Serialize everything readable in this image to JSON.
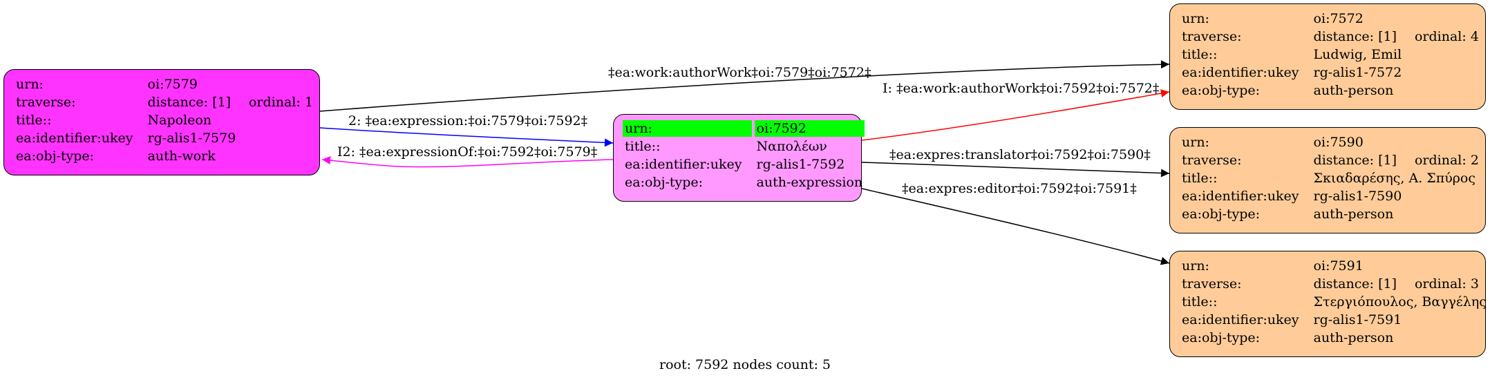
{
  "colors": {
    "work_node": "#ff33ff",
    "expression_node": "#ff99ff",
    "person_node": "#ffcc99",
    "highlight": "#00ff00",
    "edge_default": "#000000",
    "edge_expression": "#0000ff",
    "edge_expression_of": "#ff00ff",
    "edge_root_author": "#ff0000"
  },
  "nodes": {
    "work": {
      "rows": [
        {
          "key": "urn:",
          "value": "oi:7579"
        },
        {
          "key": "traverse:",
          "value": "distance: [1]",
          "extra": "ordinal: 1"
        },
        {
          "key": "title::",
          "value": "Napoleon"
        },
        {
          "key": "ea:identifier:ukey",
          "value": "rg-alis1-7579"
        },
        {
          "key": "ea:obj-type:",
          "value": "auth-work"
        }
      ]
    },
    "expression": {
      "rows": [
        {
          "key": "urn:",
          "value": "oi:7592"
        },
        {
          "key": "title::",
          "value": "Ναπολέων"
        },
        {
          "key": "ea:identifier:ukey",
          "value": "rg-alis1-7592"
        },
        {
          "key": "ea:obj-type:",
          "value": "auth-expression"
        }
      ]
    },
    "person_7572": {
      "rows": [
        {
          "key": "urn:",
          "value": "oi:7572"
        },
        {
          "key": "traverse:",
          "value": "distance: [1]",
          "extra": "ordinal: 4"
        },
        {
          "key": "title::",
          "value": "Ludwig, Emil"
        },
        {
          "key": "ea:identifier:ukey",
          "value": "rg-alis1-7572"
        },
        {
          "key": "ea:obj-type:",
          "value": "auth-person"
        }
      ]
    },
    "person_7590": {
      "rows": [
        {
          "key": "urn:",
          "value": "oi:7590"
        },
        {
          "key": "traverse:",
          "value": "distance: [1]",
          "extra": "ordinal: 2"
        },
        {
          "key": "title::",
          "value": "Σκιαδαρέσης, Α. Σπύρος"
        },
        {
          "key": "ea:identifier:ukey",
          "value": "rg-alis1-7590"
        },
        {
          "key": "ea:obj-type:",
          "value": "auth-person"
        }
      ]
    },
    "person_7591": {
      "rows": [
        {
          "key": "urn:",
          "value": "oi:7591"
        },
        {
          "key": "traverse:",
          "value": "distance: [1]",
          "extra": "ordinal: 3"
        },
        {
          "key": "title::",
          "value": "Στεργιόπουλος, Βαγγέλης"
        },
        {
          "key": "ea:identifier:ukey",
          "value": "rg-alis1-7591"
        },
        {
          "key": "ea:obj-type:",
          "value": "auth-person"
        }
      ]
    }
  },
  "edges": {
    "work_author": "‡ea:work:authorWork‡oi:7579‡oi:7572‡",
    "expression": "2: ‡ea:expression:‡oi:7579‡oi:7592‡",
    "expression_of": "I2: ‡ea:expressionOf:‡oi:7592‡oi:7579‡",
    "root_author": "I: ‡ea:work:authorWork‡oi:7592‡oi:7572‡",
    "translator": "‡ea:expres:translator‡oi:7592‡oi:7590‡",
    "editor": "‡ea:expres:editor‡oi:7592‡oi:7591‡"
  },
  "footer": "root: 7592 nodes count: 5"
}
